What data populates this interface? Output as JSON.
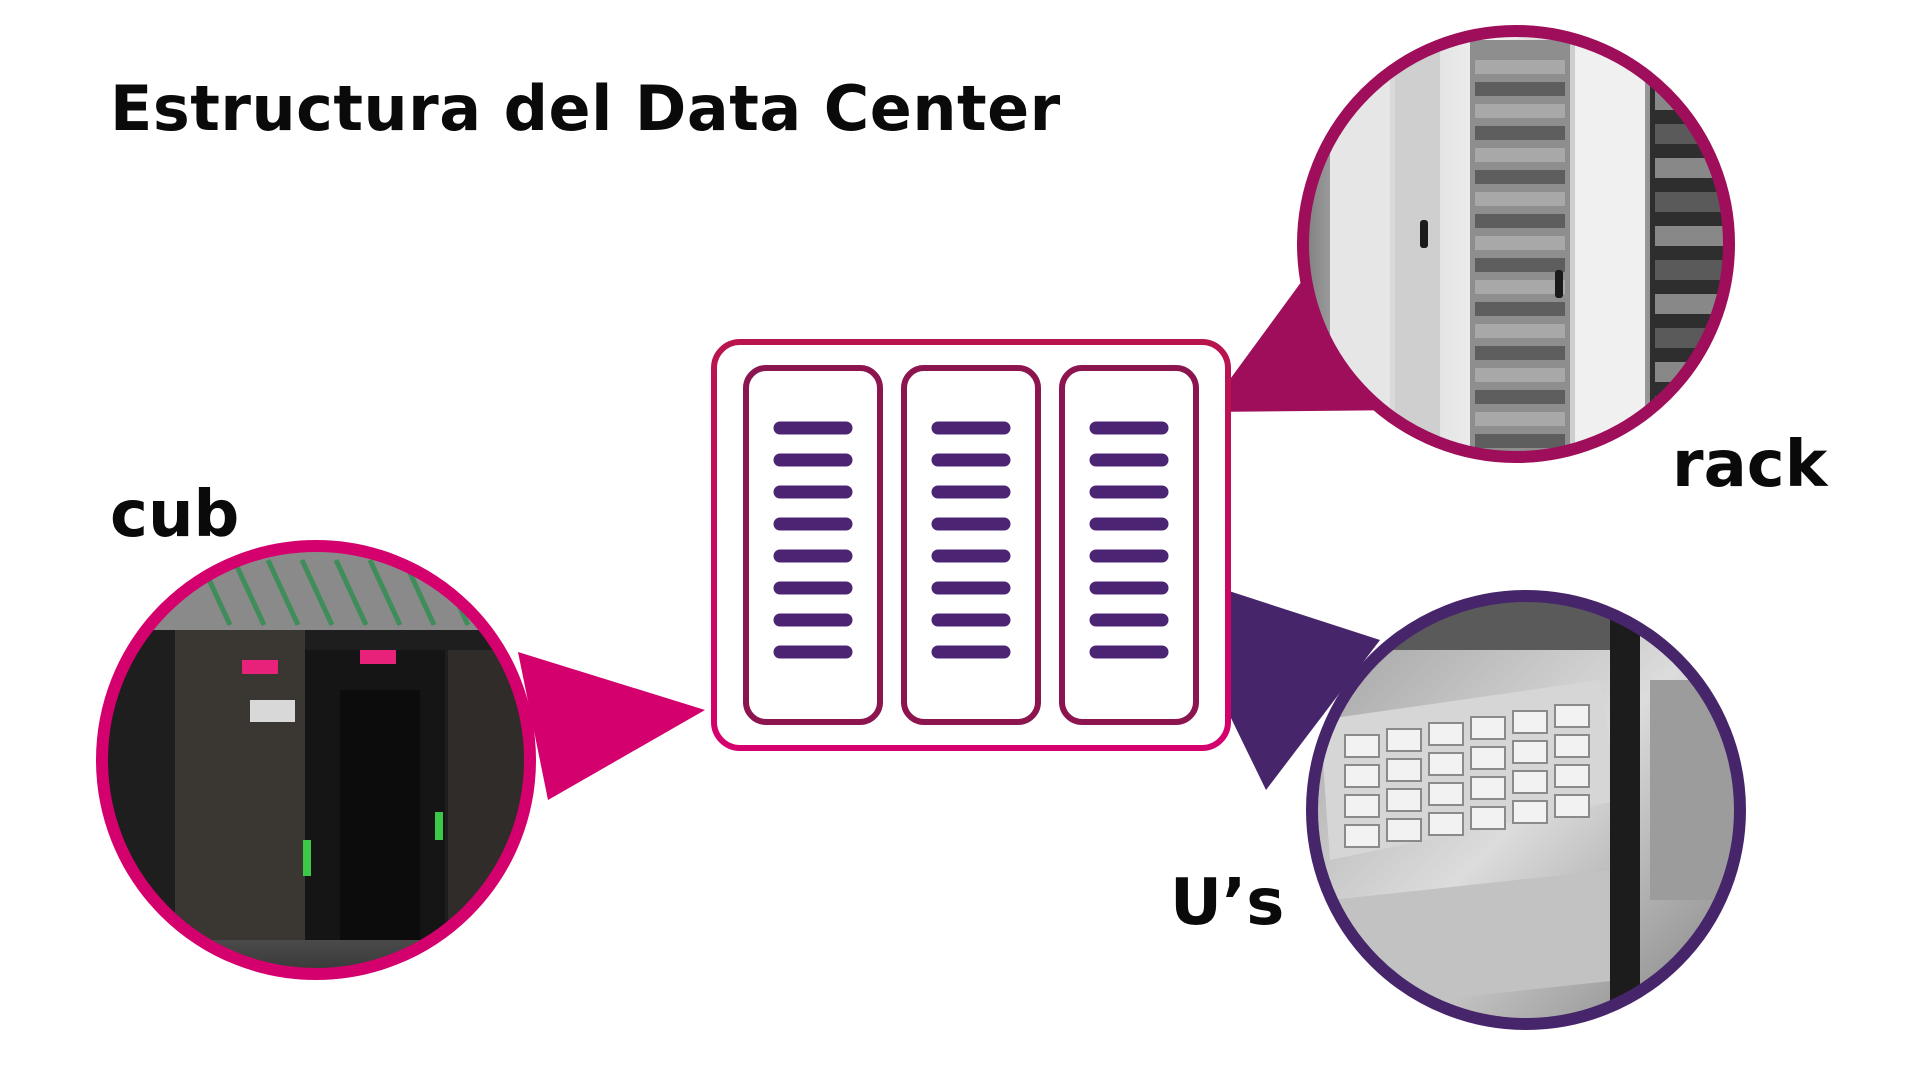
{
  "title": "Estructura del Data Center",
  "labels": {
    "cub": "cub",
    "rack": "rack",
    "us": "U’s"
  },
  "colors": {
    "magenta": "#d4006e",
    "crimson": "#9e0e5a",
    "purple": "#46256a",
    "bar": "#4b2474"
  },
  "photos": [
    {
      "name": "cub-photo",
      "caption": "cub"
    },
    {
      "name": "rack-photo",
      "caption": "rack"
    },
    {
      "name": "us-photo",
      "caption": "U’s"
    }
  ]
}
